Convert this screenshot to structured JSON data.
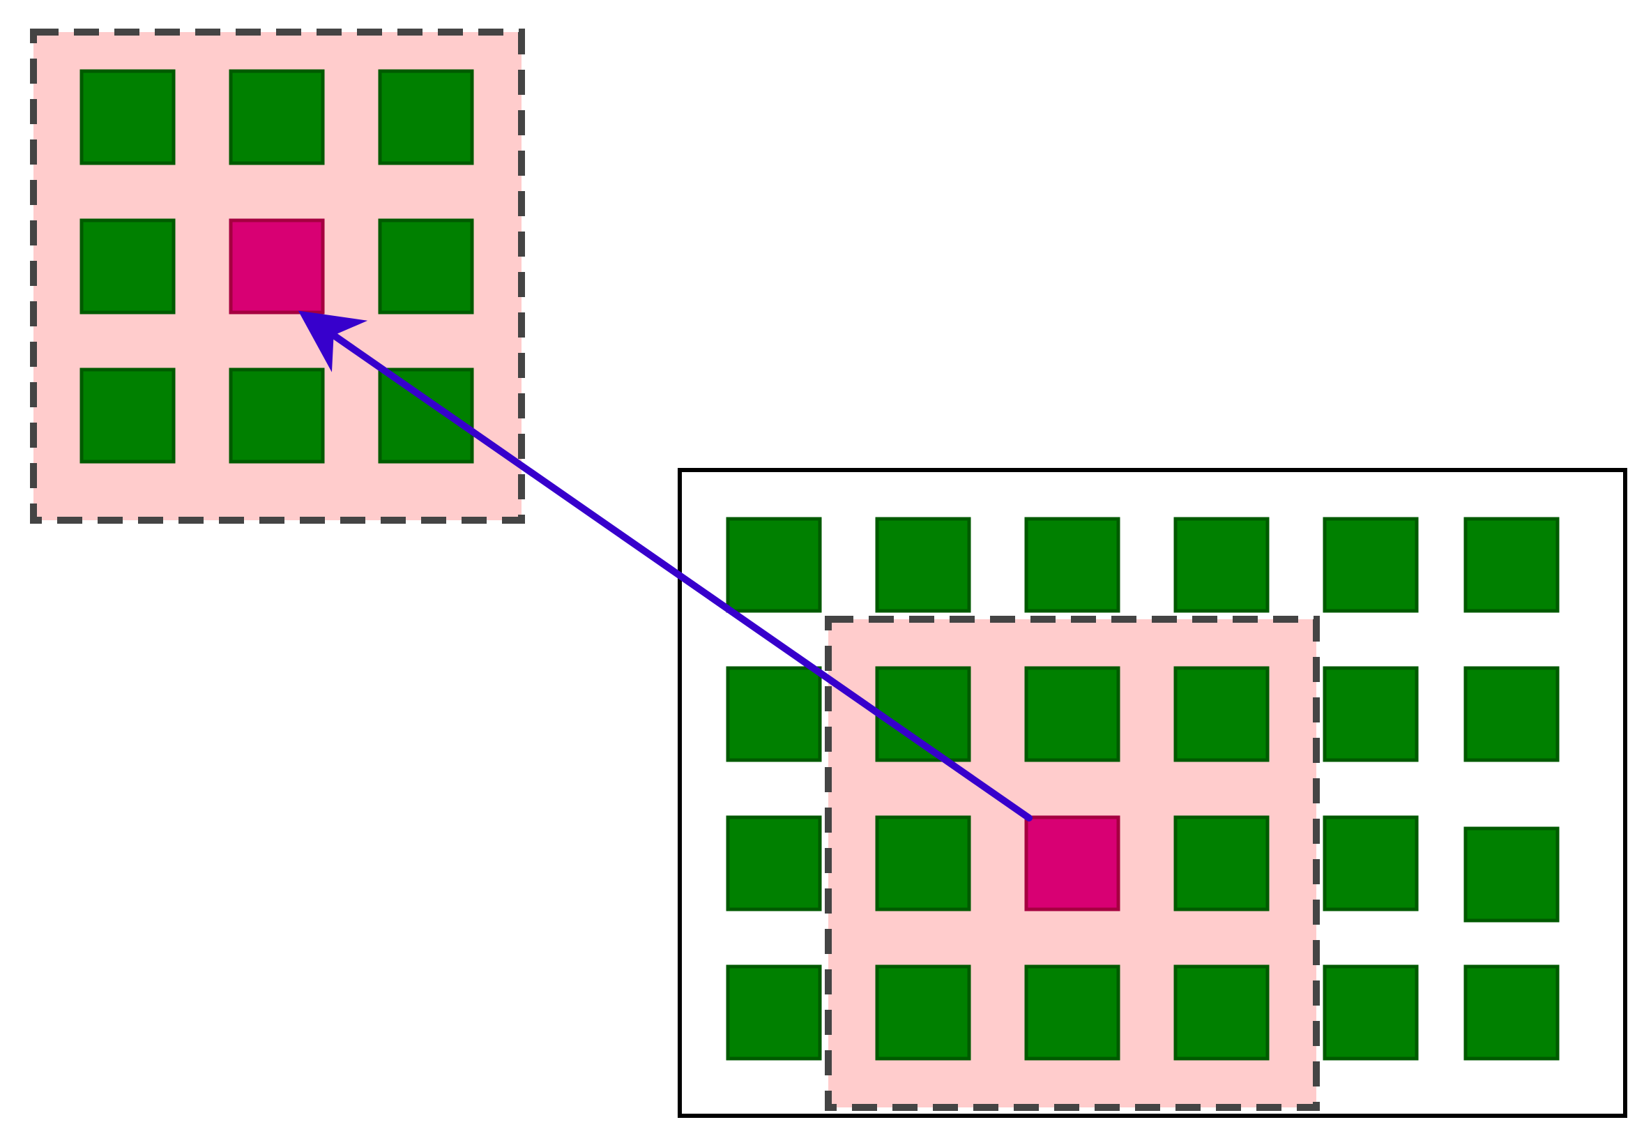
{
  "colors": {
    "background": "#ffffff",
    "cell_fill": "#008000",
    "cell_stroke": "#005a00",
    "target_fill": "#d80073",
    "target_stroke": "#a50040",
    "window_fill": "#ffcccc",
    "window_stroke": "#444444",
    "frame_stroke": "#000000",
    "arrow": "#3700cc"
  },
  "kernel_window": {
    "rows": 3,
    "cols": 3,
    "highlight": {
      "row": 1,
      "col": 1
    }
  },
  "input_grid": {
    "rows": 4,
    "cols": 6,
    "highlight": {
      "row": 2,
      "col": 2
    },
    "window": {
      "row_start": 1,
      "row_end": 3,
      "col_start": 1,
      "col_end": 3
    }
  },
  "connection": {
    "from": "input-grid-highlight-cell",
    "to": "kernel-window-center-cell",
    "head": "arrow-head"
  }
}
